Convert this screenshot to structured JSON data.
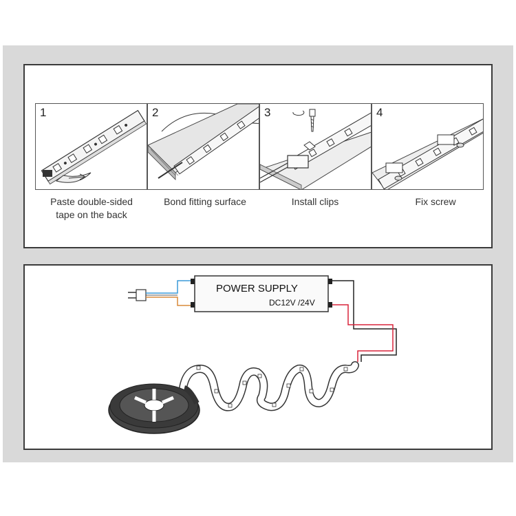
{
  "steps": [
    {
      "number": "1",
      "caption": "Paste double-sided\ntape on the back"
    },
    {
      "number": "2",
      "caption": "Bond fitting surface"
    },
    {
      "number": "3",
      "caption": "Install clips"
    },
    {
      "number": "4",
      "caption": "Fix screw"
    }
  ],
  "power_supply": {
    "title": "POWER SUPPLY",
    "voltage": "DC12V /24V"
  },
  "colors": {
    "frame": "#d9d9d9",
    "border": "#3a3a3a",
    "wire_blue": "#3a9ad9",
    "wire_orange": "#d98a3a",
    "wire_red": "#d9233a",
    "wire_black": "#222222"
  }
}
